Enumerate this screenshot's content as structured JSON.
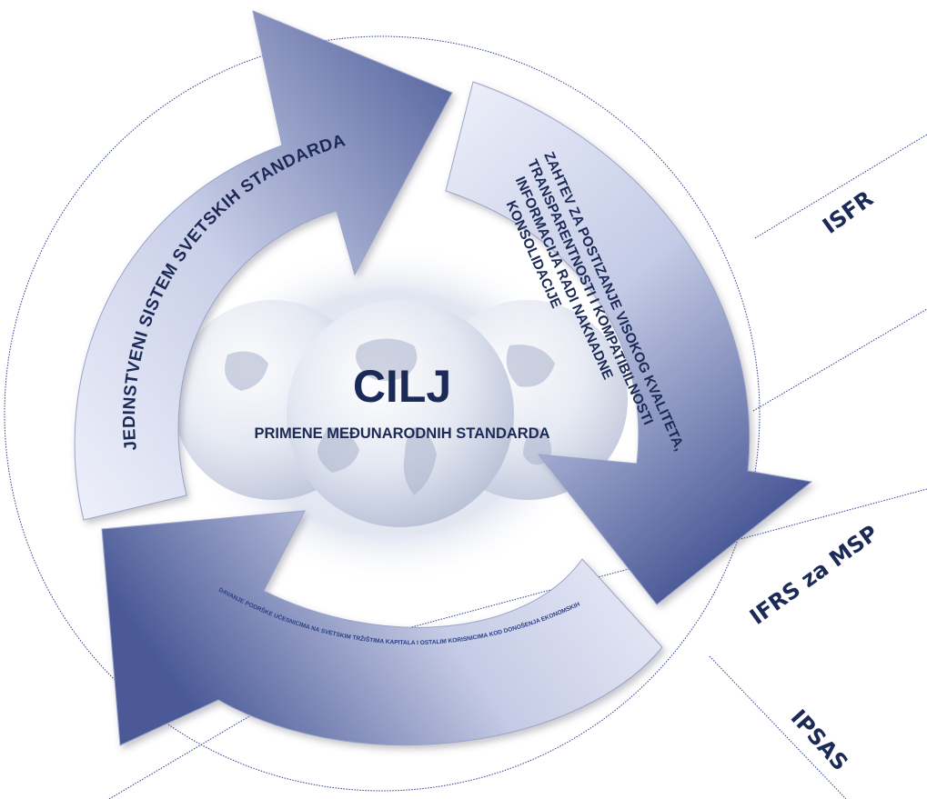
{
  "center": {
    "title": "CILJ",
    "subtitle": "PRIMENE MEĐUNARODNIH STANDARDA"
  },
  "arrows": {
    "left_text": "JEDINSTVENI SISTEM SVETSKIH STANDARDA",
    "right_lines": [
      "ZAHTEV ZA POSTIZANJE VISOKOG KVALITETA,",
      "TRANSPARENTNOSTI I KOMPATIBILNOSTI",
      "INFORMACIJA RADI NAKNADNE",
      "KONSOLIDACIJE"
    ],
    "bottom_text": "DAVANJE PODRŠKE UČESNICIMA NA SVETSKIM TRŽIŠTIMA KAPITALA I OSTALIM KORISNICIMA KOD DONOŠENJA EKONOMSKIH ODLUKA"
  },
  "side_labels": [
    "ISFR",
    "IFRS za MSP",
    "IPSAS"
  ],
  "colors": {
    "text": "#1b2a57",
    "arrow_dark": "#4b5a97",
    "arrow_light": "#eef0fa",
    "line": "#2a3f8f"
  }
}
